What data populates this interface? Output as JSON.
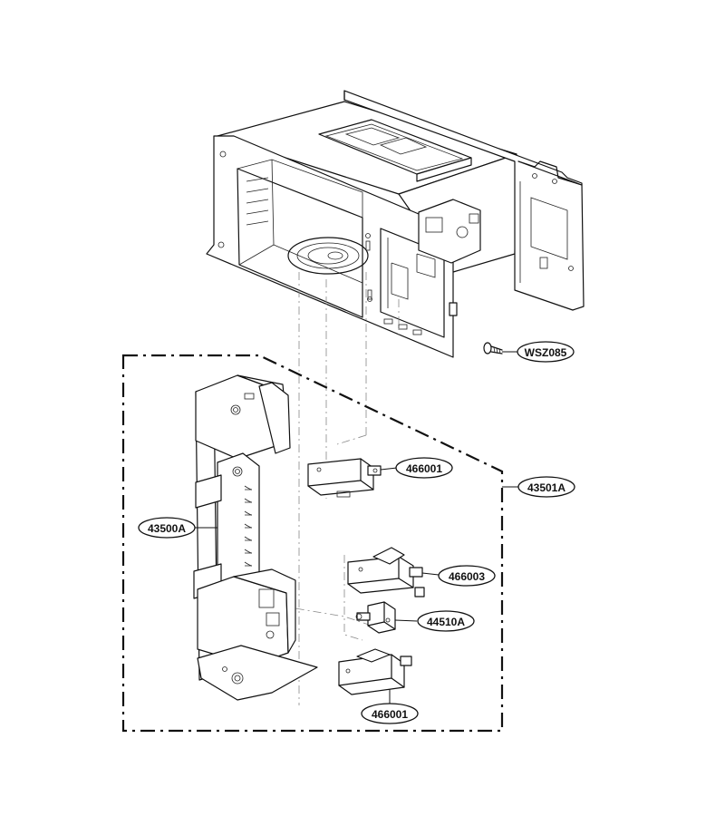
{
  "parts": {
    "screw": "WSZ085",
    "interlock_assembly": "43501A",
    "switch_primary": "466001",
    "latch_board": "43500A",
    "switch_monitor": "466003",
    "lever": "44510A",
    "switch_secondary": "466001"
  }
}
